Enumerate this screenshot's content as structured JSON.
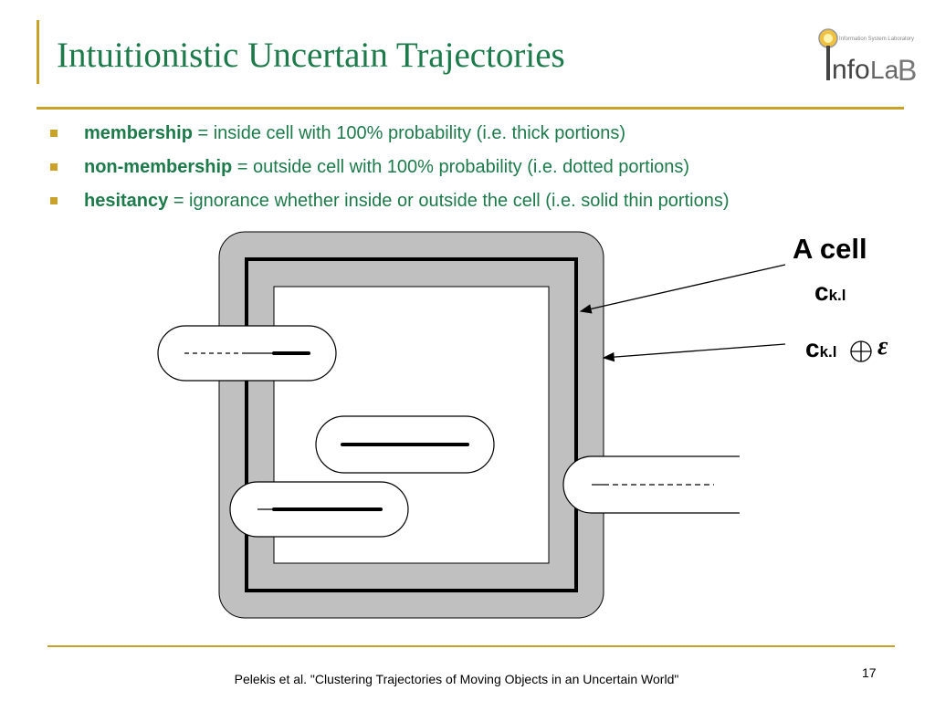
{
  "slide": {
    "title": "Intuitionistic Uncertain Trajectories",
    "bullets": [
      {
        "term": "membership",
        "rest": " = inside cell with 100% probability (i.e. thick portions)"
      },
      {
        "term": "non-membership",
        "rest": " = outside cell with 100% probability (i.e. dotted portions)"
      },
      {
        "term": "hesitancy",
        "rest": " = ignorance whether inside or outside the cell (i.e. solid thin portions)"
      }
    ],
    "footer": "Pelekis et al. \"Clustering Trajectories of Moving Objects in an Uncertain World\"",
    "page_number": "17"
  },
  "logo": {
    "main_text_1": "nfo",
    "main_text_2": "La",
    "main_text_3": "B",
    "tagline": "Information System Laboratory"
  },
  "diagram": {
    "label_cell": "A cell",
    "cell_symbol": "c",
    "cell_subscript": "k.l",
    "epsilon": "ε",
    "colors": {
      "buffer": "#c0c0c0",
      "outline": "#000000"
    }
  }
}
